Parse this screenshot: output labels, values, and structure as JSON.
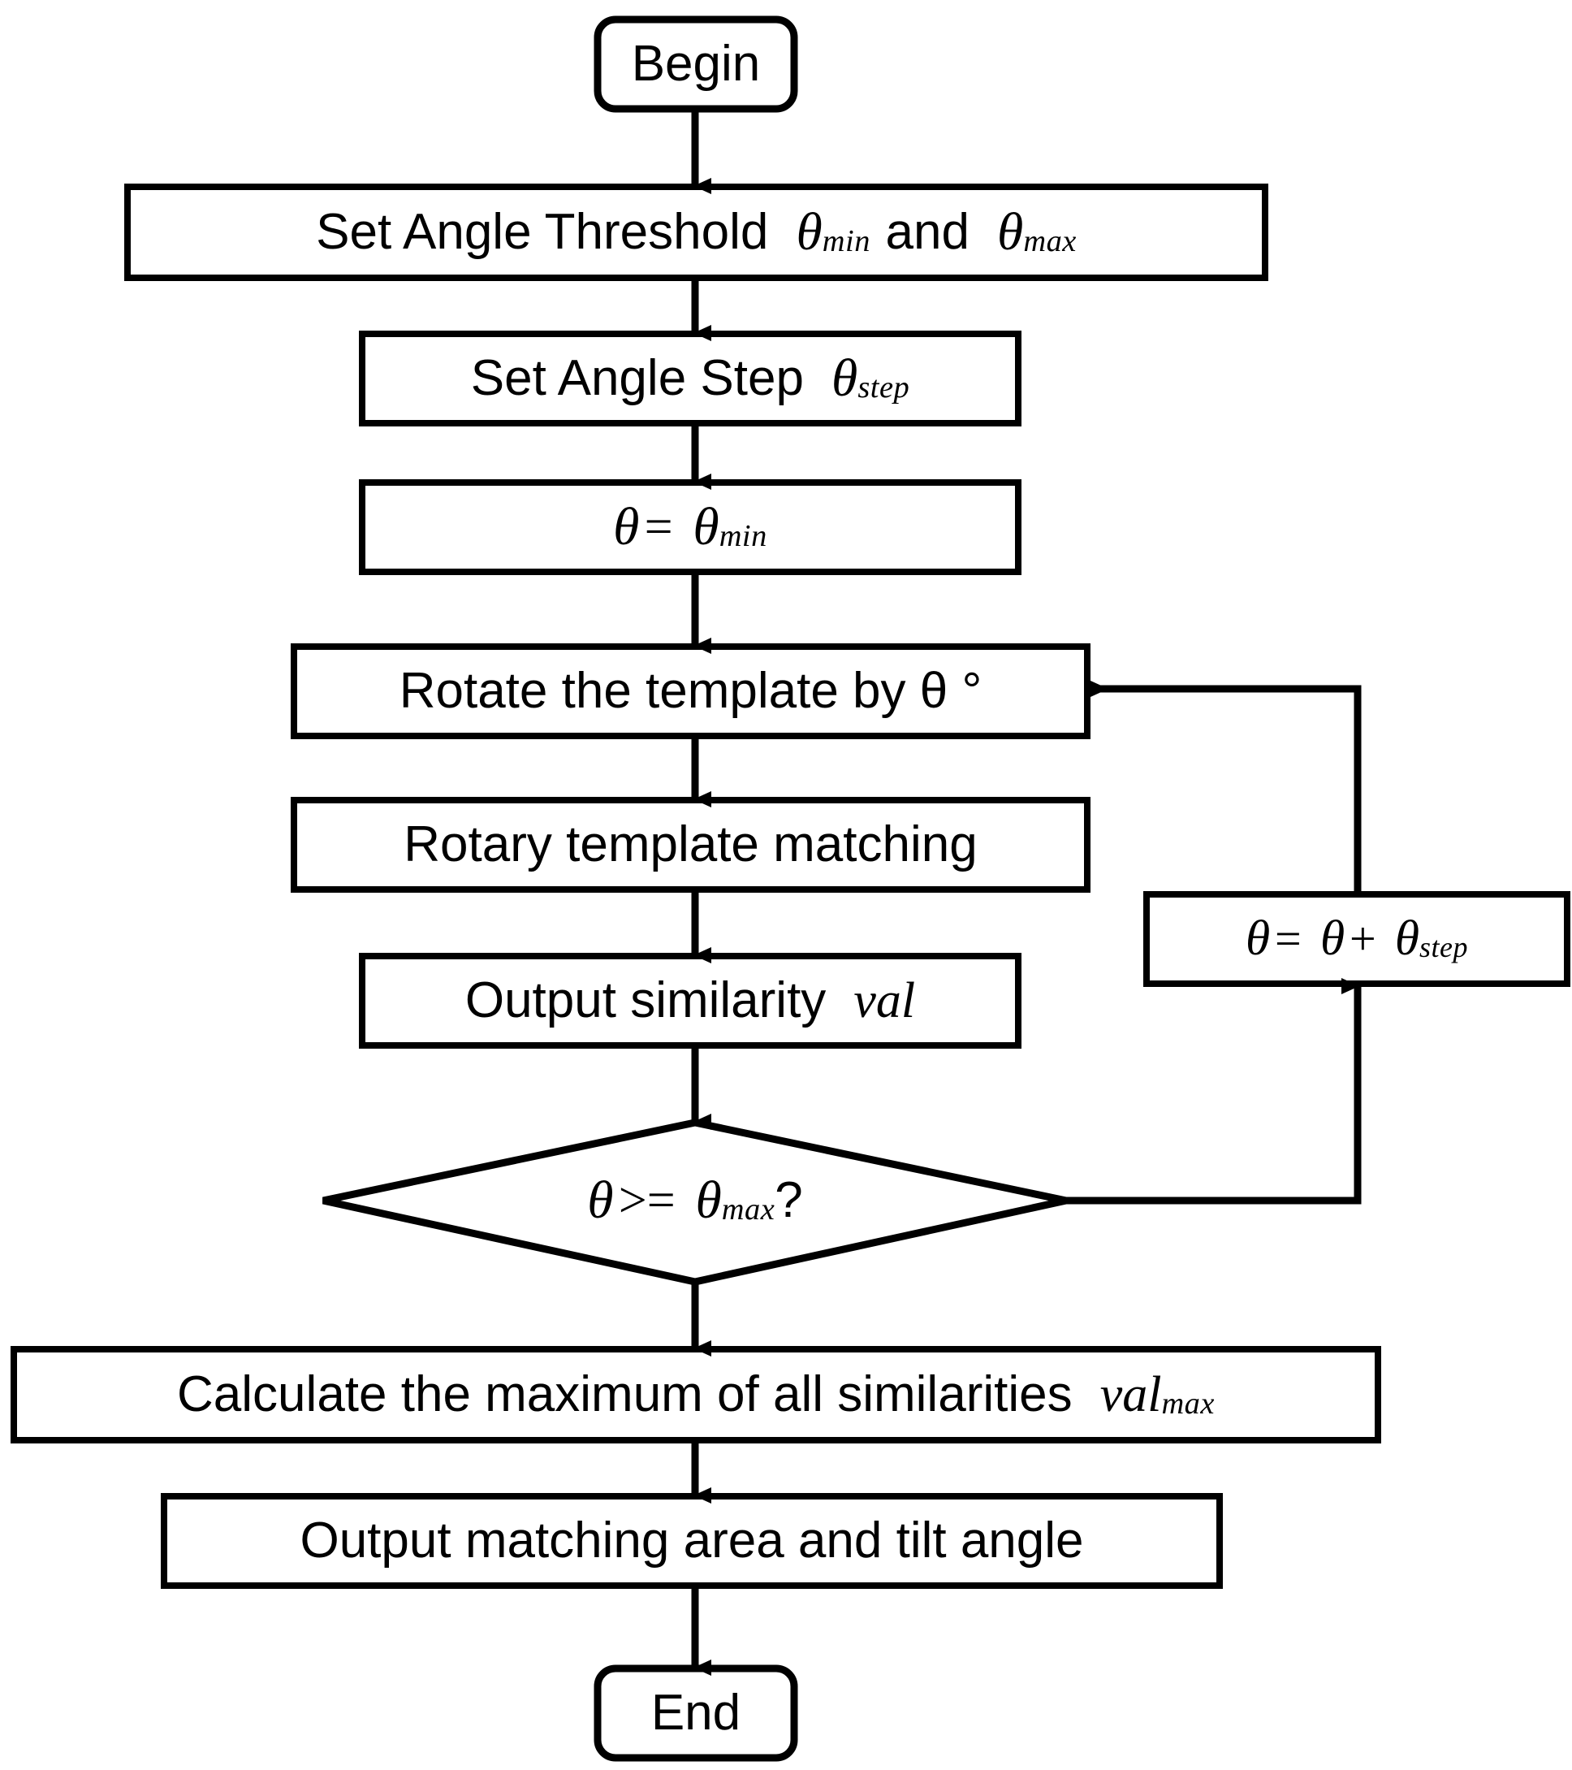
{
  "diagram": {
    "title": "Rotary template matching flowchart",
    "type": "flowchart",
    "background_color": "#ffffff",
    "stroke_color": "#000000",
    "nodes": [
      {
        "id": "begin",
        "shape": "terminator",
        "text": "Begin"
      },
      {
        "id": "set_thresh",
        "shape": "process",
        "text": "Set Angle Threshold θmin and θmax"
      },
      {
        "id": "set_step",
        "shape": "process",
        "text": "Set Angle Step θstep"
      },
      {
        "id": "init_theta",
        "shape": "process",
        "text": "θ = θmin"
      },
      {
        "id": "rotate",
        "shape": "process",
        "text": "Rotate the template by θ °"
      },
      {
        "id": "match",
        "shape": "process",
        "text": "Rotary template matching"
      },
      {
        "id": "output_val",
        "shape": "process",
        "text": "Output similarity val"
      },
      {
        "id": "decision",
        "shape": "decision",
        "text": "θ >= θmax?"
      },
      {
        "id": "increment",
        "shape": "process",
        "text": "θ = θ + θstep"
      },
      {
        "id": "calc_max",
        "shape": "process",
        "text": "Calculate the maximum of all similarities valmax"
      },
      {
        "id": "output_area",
        "shape": "process",
        "text": "Output matching area and tilt angle"
      },
      {
        "id": "end",
        "shape": "terminator",
        "text": "End"
      }
    ],
    "edges": [
      {
        "from": "begin",
        "to": "set_thresh",
        "label": ""
      },
      {
        "from": "set_thresh",
        "to": "set_step",
        "label": ""
      },
      {
        "from": "set_step",
        "to": "init_theta",
        "label": ""
      },
      {
        "from": "init_theta",
        "to": "rotate",
        "label": ""
      },
      {
        "from": "rotate",
        "to": "match",
        "label": ""
      },
      {
        "from": "match",
        "to": "output_val",
        "label": ""
      },
      {
        "from": "output_val",
        "to": "decision",
        "label": ""
      },
      {
        "from": "decision",
        "to": "increment",
        "label": ""
      },
      {
        "from": "increment",
        "to": "rotate",
        "label": ""
      },
      {
        "from": "decision",
        "to": "calc_max",
        "label": ""
      },
      {
        "from": "calc_max",
        "to": "output_area",
        "label": ""
      },
      {
        "from": "output_area",
        "to": "end",
        "label": ""
      }
    ]
  },
  "labels": {
    "begin": "Begin",
    "set_threshold_main": "Set Angle Threshold",
    "set_threshold_theta1": "θ",
    "set_threshold_sub1": "min",
    "set_threshold_and": "and",
    "set_threshold_theta2": "θ",
    "set_threshold_sub2": "max",
    "set_step_main": "Set Angle Step",
    "set_step_theta": "θ",
    "set_step_sub": "step",
    "init_theta_lhs": "θ",
    "init_theta_eq": "=",
    "init_theta_rhs": "θ",
    "init_theta_sub": "min",
    "rotate": "Rotate the template by θ °",
    "match": "Rotary template matching",
    "output_val_main": "Output similarity",
    "output_val_var": "val",
    "decision_lhs": "θ",
    "decision_op": ">=",
    "decision_rhs": "θ",
    "decision_sub": "max",
    "decision_q": "?",
    "increment_lhs": "θ",
    "increment_eq": "=",
    "increment_mid": "θ",
    "increment_plus": "+",
    "increment_rhs": "θ",
    "increment_sub": "step",
    "calc_max_main": "Calculate the maximum of all similarities",
    "calc_max_var": "val",
    "calc_max_sub": "max",
    "output_area": "Output matching area and tilt angle",
    "end": "End"
  }
}
